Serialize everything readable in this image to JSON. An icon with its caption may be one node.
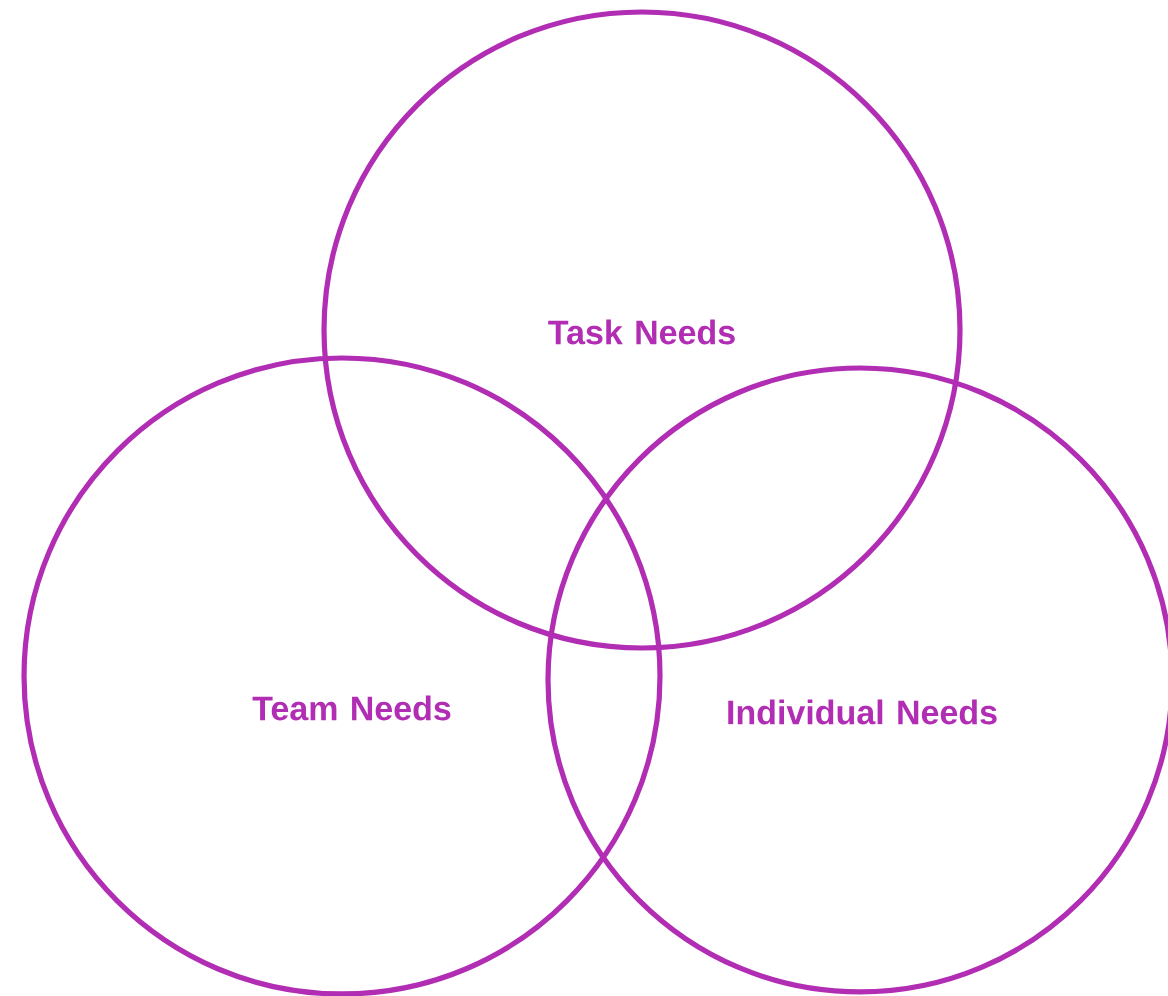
{
  "diagram": {
    "nodes": [
      {
        "text": [
          "Task Needs"
        ]
      },
      {
        "text": [
          "Team Needs"
        ]
      },
      {
        "text": [
          "Individual Needs"
        ]
      }
    ]
  }
}
